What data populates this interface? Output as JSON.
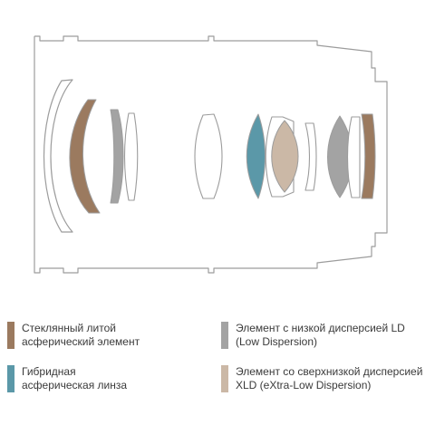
{
  "colors": {
    "outline": "#9c9c9c",
    "glass_molded_aspherical": "#9b7a5f",
    "hybrid_aspherical": "#5b98a8",
    "low_dispersion": "#a3a3a3",
    "extra_low_dispersion": "#cbb8a6"
  },
  "legend": {
    "items": [
      {
        "key": "gma",
        "color": "#9b7a5f",
        "line1": "Стеклянный литой",
        "line2": "асферический элемент"
      },
      {
        "key": "ld",
        "color": "#a3a3a3",
        "line1": "Элемент с низкой дисперсией LD",
        "line2": "(Low Dispersion)"
      },
      {
        "key": "hybrid",
        "color": "#5b98a8",
        "line1": "Гибридная",
        "line2": "асферическая линза"
      },
      {
        "key": "xld",
        "color": "#cbb8a6",
        "line1": "Элемент со сверхнизкой дисперсией",
        "line2": "XLD (eXtra-Low Dispersion)"
      }
    ]
  }
}
